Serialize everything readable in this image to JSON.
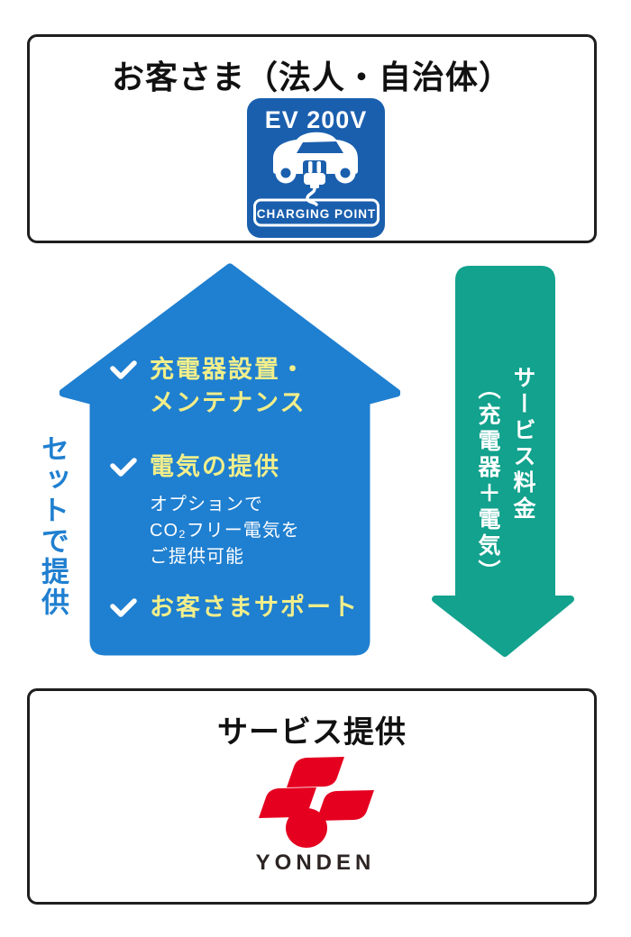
{
  "colors": {
    "panel_border": "#1e1e1e",
    "arrow_blue": "#1f7fd0",
    "arrow_teal": "#12a28d",
    "highlight_yellow": "#f1ee8b",
    "sign_blue": "#1a5fae",
    "logo_red": "#e50020"
  },
  "customer_box": {
    "title": "お客さま（法人・自治体）"
  },
  "ev_sign": {
    "top_text": "EV 200V",
    "bottom_text": "CHARGING POINT"
  },
  "up_arrow": {
    "side_label": "セットで提供",
    "items": [
      {
        "line1": "充電器設置・",
        "line2": "メンテナンス"
      },
      {
        "title": "電気の提供",
        "notes": [
          "オプションで",
          "CO₂フリー電気を",
          "ご提供可能"
        ]
      },
      {
        "title": "お客さまサポート"
      }
    ]
  },
  "down_arrow": {
    "label_main": "サービス料金",
    "label_sub": "（充電器＋電気）"
  },
  "provider_box": {
    "title": "サービス提供",
    "brand": "YONDEN"
  }
}
